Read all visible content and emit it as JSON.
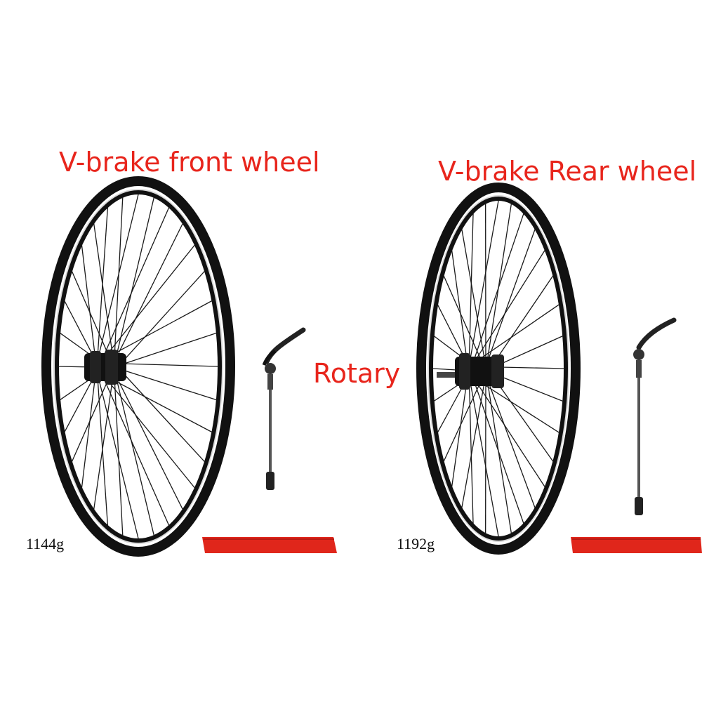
{
  "labels": {
    "front_title": "V-brake front wheel",
    "rear_title": "V-brake Rear wheel",
    "center_text": "Rotary"
  },
  "weights": {
    "front": "1144g",
    "rear": "1192g"
  },
  "colors": {
    "accent_red": "#e8251c",
    "rim_black": "#111111",
    "tire_lever_red": "#e0261b"
  }
}
